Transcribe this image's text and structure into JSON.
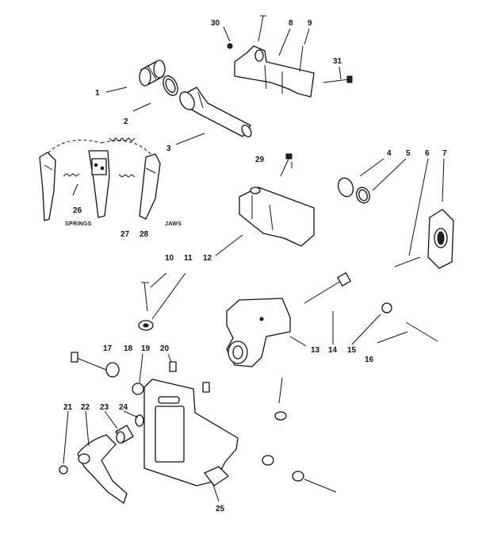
{
  "parts": [
    {
      "key": "p1",
      "label": "1"
    },
    {
      "key": "p2",
      "label": "2"
    },
    {
      "key": "p3",
      "label": "3"
    },
    {
      "key": "p4",
      "label": "4"
    },
    {
      "key": "p5",
      "label": "5"
    },
    {
      "key": "p6",
      "label": "6"
    },
    {
      "key": "p7",
      "label": "7"
    },
    {
      "key": "p8",
      "label": "8"
    },
    {
      "key": "p9",
      "label": "9"
    },
    {
      "key": "p10",
      "label": "10"
    },
    {
      "key": "p11",
      "label": "11"
    },
    {
      "key": "p12",
      "label": "12"
    },
    {
      "key": "p13",
      "label": "13"
    },
    {
      "key": "p14",
      "label": "14"
    },
    {
      "key": "p15",
      "label": "15"
    },
    {
      "key": "p16",
      "label": "16"
    },
    {
      "key": "p17",
      "label": "17"
    },
    {
      "key": "p18",
      "label": "18"
    },
    {
      "key": "p19",
      "label": "19"
    },
    {
      "key": "p20",
      "label": "20"
    },
    {
      "key": "p21",
      "label": "21"
    },
    {
      "key": "p22",
      "label": "22"
    },
    {
      "key": "p23",
      "label": "23"
    },
    {
      "key": "p24",
      "label": "24"
    },
    {
      "key": "p25",
      "label": "25"
    },
    {
      "key": "p26",
      "label": "26"
    },
    {
      "key": "p27",
      "label": "27"
    },
    {
      "key": "p28",
      "label": "28"
    },
    {
      "key": "p29",
      "label": "29"
    },
    {
      "key": "p30",
      "label": "30"
    },
    {
      "key": "p31",
      "label": "31"
    }
  ],
  "captions": {
    "springs": "SPRINGS",
    "jaws": "JAWS"
  }
}
